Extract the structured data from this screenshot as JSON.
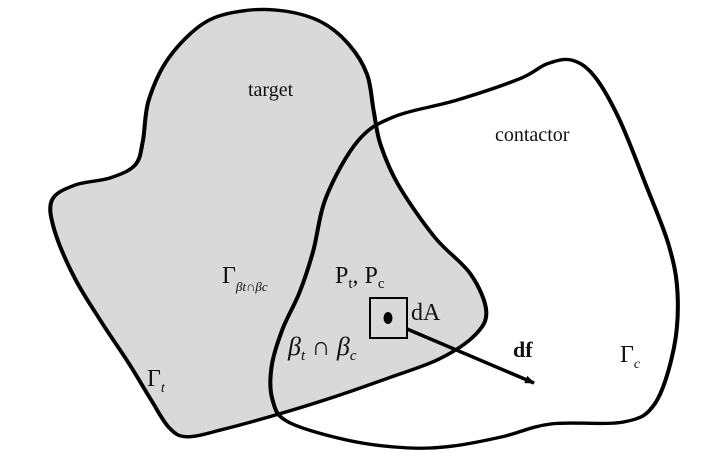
{
  "labels": {
    "target": "target",
    "contactor": "contactor",
    "gamma_intersection": "Γ",
    "gamma_intersection_sub": "βt∩βc",
    "pressure": "P",
    "pressure_t_sub": "t",
    "pressure_sep": ", P",
    "pressure_c_sub": "c",
    "area_element": "dA",
    "beta": "β",
    "beta_t_sub": "t",
    "cap": " ∩ β",
    "beta_c_sub": "c",
    "force": "df",
    "gamma_t": "Γ",
    "gamma_t_sub": "t",
    "gamma_c": "Γ",
    "gamma_c_sub": "c"
  },
  "colors": {
    "target_fill": "#d9d9d9",
    "outline": "#000000"
  }
}
